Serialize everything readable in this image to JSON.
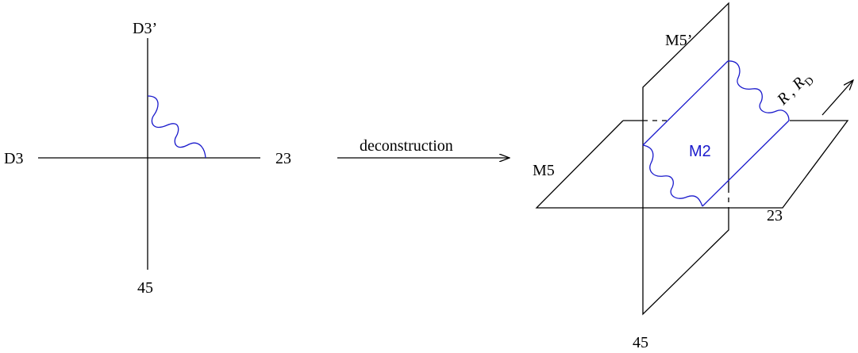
{
  "colors": {
    "line": "#000000",
    "accent": "#1a1acc"
  },
  "left_figure": {
    "top_label": "D3’",
    "left_label": "D3",
    "right_label": "23",
    "bottom_label": "45"
  },
  "arrow": {
    "label": "deconstruction"
  },
  "right_figure": {
    "vertical_plane_label": "M5’",
    "horizontal_plane_label": "M5",
    "brane_label": "M2",
    "right_label": "23",
    "bottom_label": "45",
    "direction_label_R": "R",
    "direction_label_comma": ",",
    "direction_label_RD": "R",
    "direction_label_RD_sub": "D"
  }
}
